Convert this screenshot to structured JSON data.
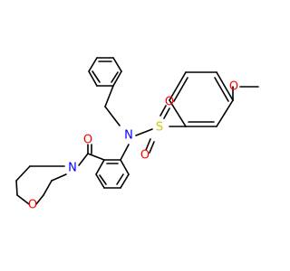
{
  "molecule": {
    "atoms": {
      "n": {
        "symbol": "N",
        "color": "#0000ff"
      },
      "s": {
        "symbol": "S",
        "color": "#cccc00"
      },
      "o_s1": {
        "symbol": "O",
        "color": "#ff0000"
      },
      "o_s2": {
        "symbol": "O",
        "color": "#ff0000"
      },
      "o_carbonyl": {
        "symbol": "O",
        "color": "#ff0000"
      },
      "n_morph": {
        "symbol": "N",
        "color": "#0000ff"
      },
      "o_morph": {
        "symbol": "O",
        "color": "#ff0000"
      },
      "o_methoxy": {
        "symbol": "O",
        "color": "#ff0000"
      }
    }
  }
}
